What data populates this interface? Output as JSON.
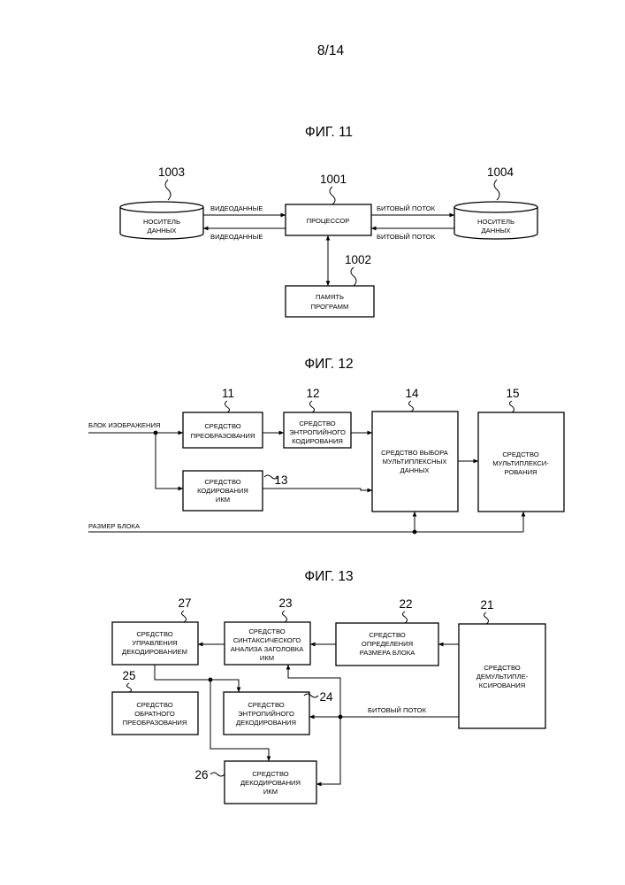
{
  "page_number": "8/14",
  "fig11": {
    "title": "ФИГ. 11",
    "storage_left": {
      "number": "1003",
      "line1": "НОСИТЕЛЬ",
      "line2": "ДАННЫХ"
    },
    "processor": {
      "number": "1001",
      "label": "ПРОЦЕССОР"
    },
    "storage_right": {
      "number": "1004",
      "line1": "НОСИТЕЛЬ",
      "line2": "ДАННЫХ"
    },
    "memory": {
      "number": "1002",
      "line1": "ПАМЯТЬ",
      "line2": "ПРОГРАММ"
    },
    "video_in": "ВИДЕОДАННЫЕ",
    "video_out": "ВИДЕОДАННЫЕ",
    "bitstream_out": "БИТОВЫЙ ПОТОК",
    "bitstream_in": "БИТОВЫЙ ПОТОК"
  },
  "fig12": {
    "title": "ФИГ. 12",
    "input_label": "БЛОК ИЗОБРАЖЕНИЯ",
    "size_label": "РАЗМЕР БЛОКА",
    "block11": {
      "number": "11",
      "line1": "СРЕДСТВО",
      "line2": "ПРЕОБРАЗОВАНИЯ"
    },
    "block12": {
      "number": "12",
      "line1": "СРЕДСТВО",
      "line2": "ЭНТРОПИЙНОГО",
      "line3": "КОДИРОВАНИЯ"
    },
    "block13": {
      "number": "13",
      "line1": "СРЕДСТВО",
      "line2": "КОДИРОВАНИЯ",
      "line3": "ИКМ"
    },
    "block14": {
      "number": "14",
      "line1": "СРЕДСТВО ВЫБОРА",
      "line2": "МУЛЬТИПЛЕКСНЫХ",
      "line3": "ДАННЫХ"
    },
    "block15": {
      "number": "15",
      "line1": "СРЕДСТВО",
      "line2": "МУЛЬТИПЛЕКСИ-",
      "line3": "РОВАНИЯ"
    }
  },
  "fig13": {
    "title": "ФИГ. 13",
    "bitstream_label": "БИТОВЫЙ ПОТОК",
    "block21": {
      "number": "21",
      "line1": "СРЕДСТВО",
      "line2": "ДЕМУЛЬТИПЛЕ-",
      "line3": "КСИРОВАНИЯ"
    },
    "block22": {
      "number": "22",
      "line1": "СРЕДСТВО",
      "line2": "ОПРЕДЕЛЕНИЯ",
      "line3": "РАЗМЕРА БЛОКА"
    },
    "block23": {
      "number": "23",
      "line1": "СРЕДСТВО",
      "line2": "СИНТАКСИЧЕСКОГО",
      "line3": "АНАЛИЗА ЗАГОЛОВКА",
      "line4": "ИКМ"
    },
    "block24": {
      "number": "24",
      "line1": "СРЕДСТВО",
      "line2": "ЭНТРОПИЙНОГО",
      "line3": "ДЕКОДИРОВАНИЯ"
    },
    "block25": {
      "number": "25",
      "line1": "СРЕДСТВО",
      "line2": "ОБРАТНОГО",
      "line3": "ПРЕОБРАЗОВАНИЯ"
    },
    "block26": {
      "number": "26",
      "line1": "СРЕДСТВО",
      "line2": "ДЕКОДИРОВАНИЯ",
      "line3": "ИКМ"
    },
    "block27": {
      "number": "27",
      "line1": "СРЕДСТВО",
      "line2": "УПРАВЛЕНИЯ",
      "line3": "ДЕКОДИРОВАНИЕМ"
    }
  }
}
